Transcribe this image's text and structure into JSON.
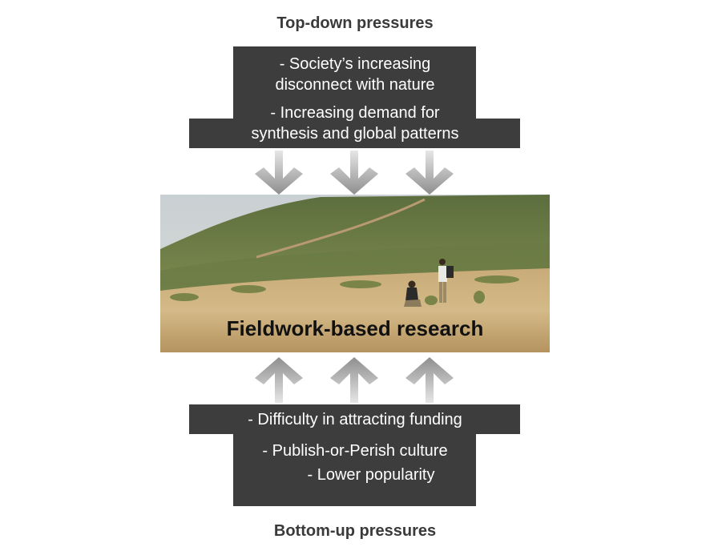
{
  "top": {
    "heading": "Top-down pressures",
    "lines": [
      "- Society’s increasing",
      "disconnect with nature",
      "- Increasing demand for",
      "synthesis and global patterns"
    ]
  },
  "center": {
    "caption": "Fieldwork-based research"
  },
  "bottom": {
    "lines": [
      "- Difficulty in attracting funding",
      "- Publish-or-Perish culture",
      "- Lower popularity"
    ],
    "heading": "Bottom-up pressures"
  },
  "colors": {
    "box": "#3d3d3d",
    "box_text": "#ffffff",
    "arrow": "#a9a9a9"
  }
}
